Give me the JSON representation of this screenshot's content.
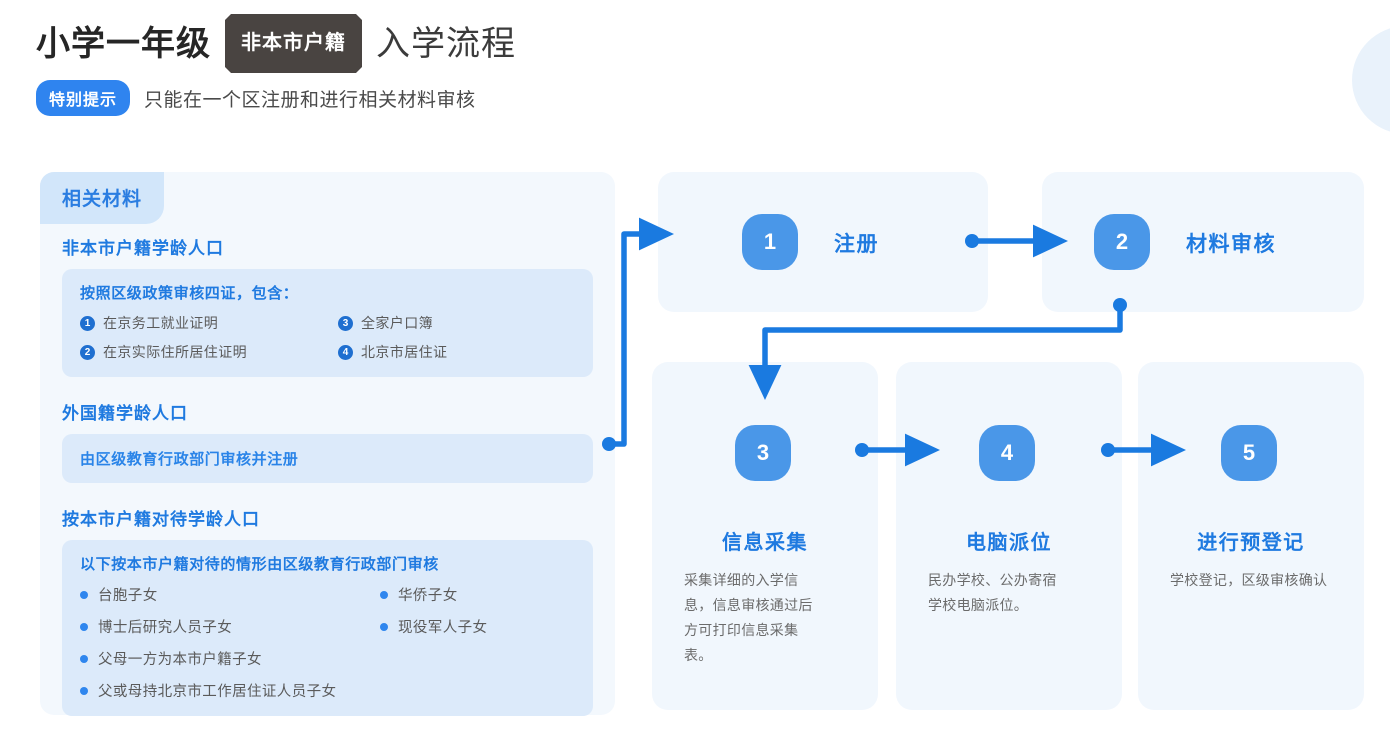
{
  "header": {
    "title_strong": "小学一年级",
    "title_tag": "非本市户籍",
    "title_rest": "入学流程",
    "notice_tag": "特别提示",
    "notice_text": "只能在一个区注册和进行相关材料审核"
  },
  "materials_panel": {
    "tab_label": "相关材料",
    "sections": [
      {
        "heading": "非本市户籍学龄人口",
        "box_title": "按照区级政策审核四证，包含：",
        "numbered_items": [
          {
            "num": "1",
            "label": "在京务工就业证明"
          },
          {
            "num": "3",
            "label": "全家户口簿"
          },
          {
            "num": "2",
            "label": "在京实际住所居住证明"
          },
          {
            "num": "4",
            "label": "北京市居住证"
          }
        ]
      },
      {
        "heading": "外国籍学龄人口",
        "plain_text": "由区级教育行政部门审核并注册"
      },
      {
        "heading": "按本市户籍对待学龄人口",
        "box_title": "以下按本市户籍对待的情形由区级教育行政部门审核",
        "bullets": [
          "台胞子女",
          "华侨子女",
          "博士后研究人员子女",
          "现役军人子女",
          "父母一方为本市户籍子女",
          "",
          "父或母持北京市工作居住证人员子女",
          ""
        ]
      }
    ]
  },
  "flow": {
    "steps": [
      {
        "num": "1",
        "title": "注册",
        "desc": ""
      },
      {
        "num": "2",
        "title": "材料审核",
        "desc": ""
      },
      {
        "num": "3",
        "title": "信息采集",
        "desc": "采集详细的入学信息，信息审核通过后方可打印信息采集表。"
      },
      {
        "num": "4",
        "title": "电脑派位",
        "desc": "民办学校、公办寄宿学校电脑派位。"
      },
      {
        "num": "5",
        "title": "进行预登记",
        "desc": "学校登记，区级审核确认"
      }
    ]
  },
  "colors": {
    "accent_blue": "#1f7ae0",
    "step_blue": "#4a97e8",
    "arrow_blue": "#1a7ae0",
    "panel_bg": "#f3f8fd",
    "inner_box_bg": "#dceafa",
    "tab_bg": "#d2e6fa",
    "tag_dark": "#494441"
  }
}
